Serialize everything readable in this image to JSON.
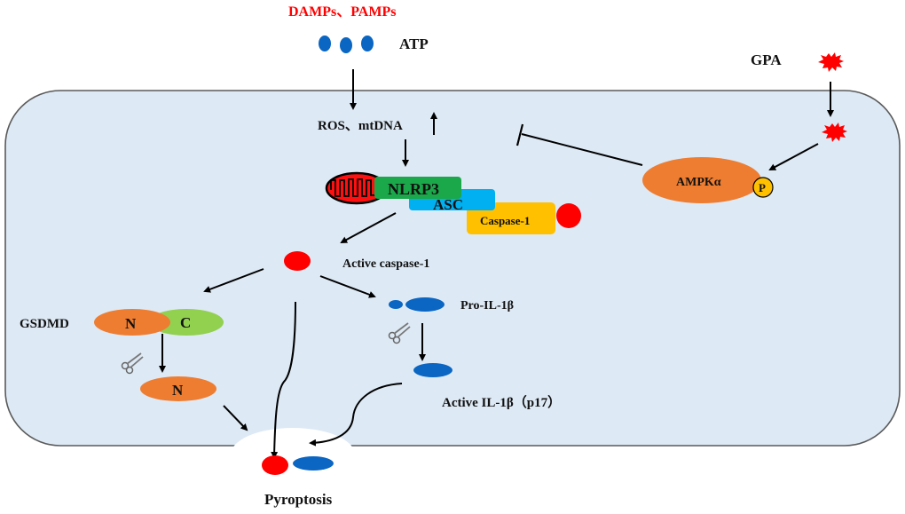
{
  "colors": {
    "cell_fill": "#dde9f5",
    "cell_stroke": "#5a5a5a",
    "red": "#ff0000",
    "blue": "#0a66c2",
    "orange": "#ee7d31",
    "green_gsdmd_c": "#92d050",
    "nlrp3_green": "#1aa84a",
    "asc_blue": "#00b0f0",
    "caspase_yellow": "#ffc000",
    "phospho_yellow": "#ffc000"
  },
  "extracellular": {
    "damps_pamps": "DAMPs、PAMPs",
    "atp": "ATP",
    "gpa": "GPA"
  },
  "intracellular": {
    "ros_mtdna": "ROS、mtDNA",
    "nlrp3": "NLRP3",
    "asc": "ASC",
    "caspase1": "Caspase-1",
    "ampk": "AMPKα",
    "phospho": "P",
    "active_caspase1": "Active caspase-1",
    "gsdmd": "GSDMD",
    "gsdmd_n": "N",
    "gsdmd_c": "C",
    "gsdmd_n_cleaved": "N",
    "pro_il1b": "Pro-IL-1β",
    "active_il1b": "Active IL-1β（p17）"
  },
  "outcome": {
    "pyroptosis": "Pyroptosis"
  }
}
